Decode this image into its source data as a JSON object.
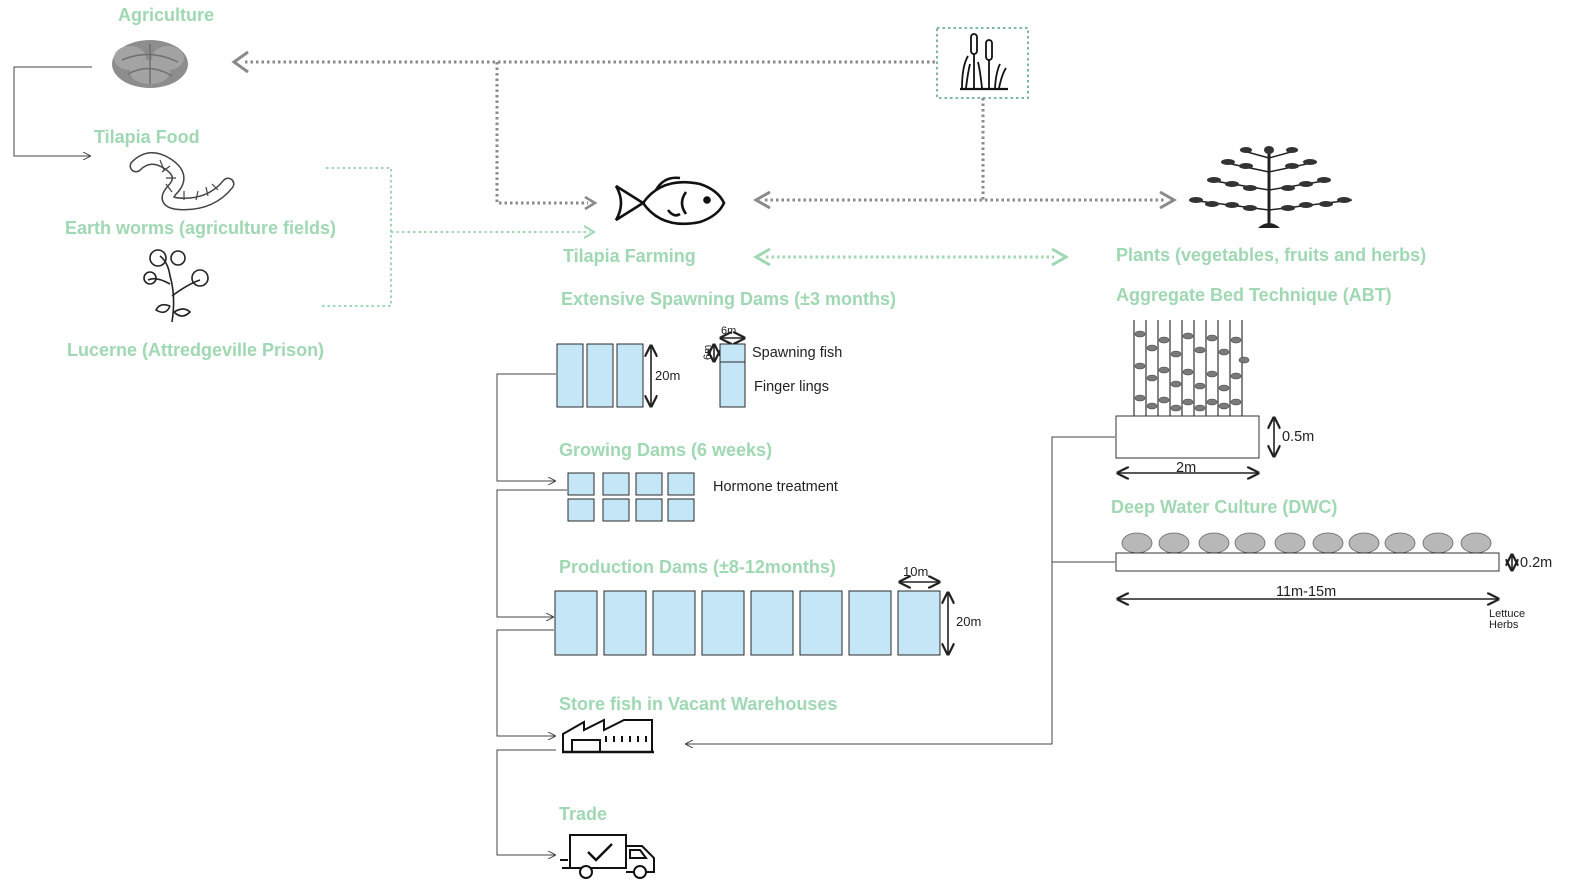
{
  "labels": {
    "agriculture": "Agriculture",
    "tilapia_food": "Tilapia Food",
    "earth_worms": "Earth worms (agriculture fields)",
    "lucerne": "Lucerne (Attredgeville Prison)",
    "tilapia_farming": "Tilapia Farming",
    "plants": "Plants (vegetables, fruits and herbs)",
    "spawning_dams": "Extensive Spawning Dams (±3 months)",
    "growing_dams": "Growing Dams (6 weeks)",
    "production_dams": "Production Dams (±8-12months)",
    "store_fish": "Store fish in Vacant Warehouses",
    "trade": "Trade",
    "abt": "Aggregate Bed Technique (ABT)",
    "dwc": "Deep Water Culture (DWC)"
  },
  "annotations": {
    "spawning_fish": "Spawning fish",
    "finger_lings": "Finger lings",
    "hormone": "Hormone treatment",
    "dim_20m_a": "20m",
    "dim_6m_a": "6m",
    "dim_6m_b": "6m",
    "dim_10m": "10m",
    "dim_20m_b": "20m",
    "dim_05m": "0.5m",
    "dim_2m": "2m",
    "dim_02m": "0.2m",
    "dim_11_15m": "11m-15m",
    "lettuce": "Lettuce",
    "herbs": "Herbs"
  },
  "icons": {
    "cabbage": "cabbage-icon",
    "worm": "earthworm-icon",
    "lucerne": "lucerne-plant-icon",
    "reeds": "reeds-icon",
    "fish": "fish-icon",
    "tree": "plant-tree-icon",
    "factory": "warehouse-icon",
    "truck": "delivery-truck-icon"
  },
  "colors": {
    "label_green": "#9fd8b2",
    "dam_blue": "#c4e6f6",
    "flow_grey": "#8a8a8a"
  }
}
